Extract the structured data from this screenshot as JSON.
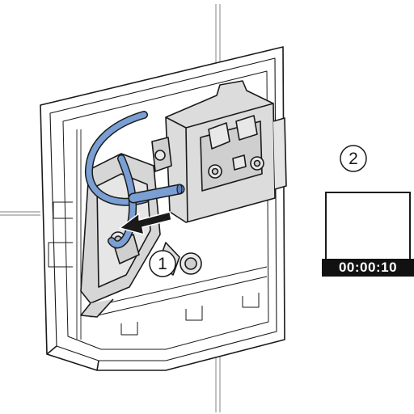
{
  "steps": {
    "step1": "1",
    "step2": "2"
  },
  "timer": {
    "display": "00:00:10"
  },
  "colors": {
    "cable": "#7a9fd4",
    "cable_dark": "#5b7fbf",
    "line": "#1a1a1a",
    "housing": "#d9d9d9",
    "housing_shadow": "#b8b8b8",
    "panel": "#ffffff",
    "panel_edge": "#e6e6e6",
    "arrow": "#1a1a1a"
  },
  "icons": {
    "timer": "stopwatch-icon",
    "direction": "arrow-left-icon"
  }
}
